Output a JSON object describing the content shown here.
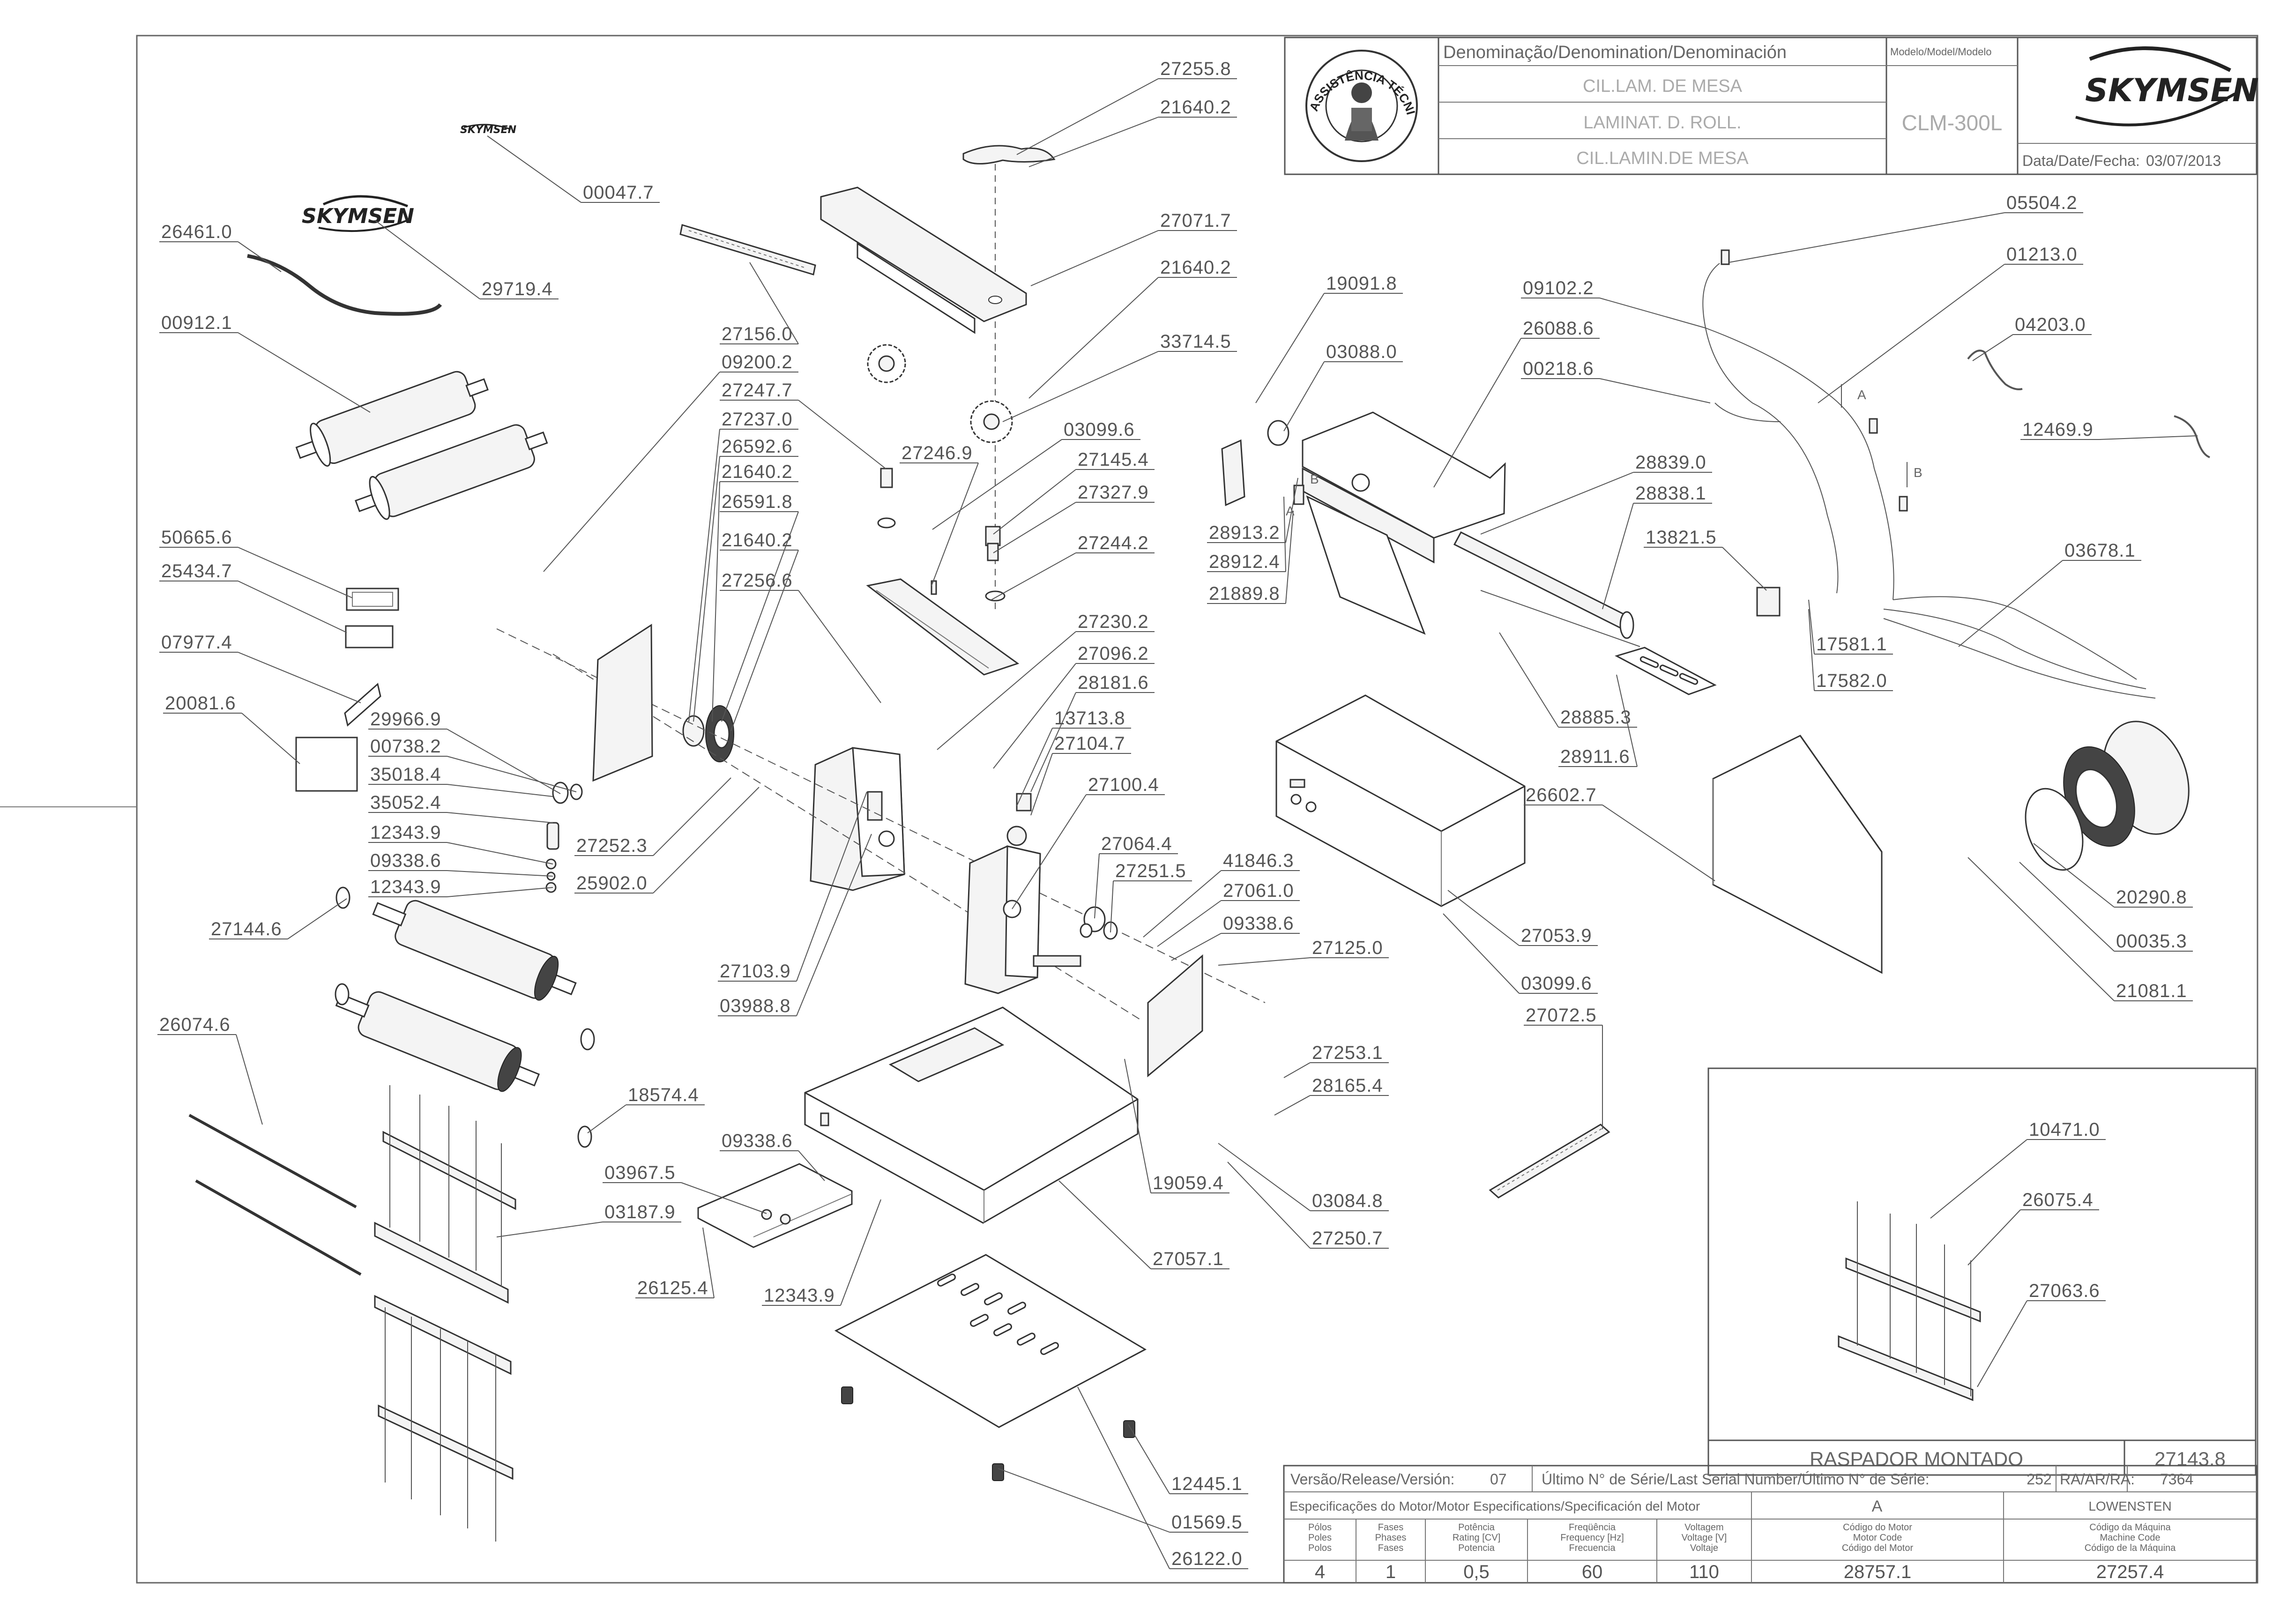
{
  "title_block": {
    "denomination_header": "Denominação/Denomination/Denominación",
    "model_header": "Modelo/Model/Modelo",
    "names": [
      "CIL.LAM. DE MESA",
      "LAMINAT. D. ROLL.",
      "CIL.LAMIN.DE MESA"
    ],
    "model": "CLM-300L",
    "date_label": "Data/Date/Fecha:",
    "date": "03/07/2013",
    "brand": "SKYMSEN",
    "seal_text": "ASSISTÊNCIA TÉCNICA AUTORIZADA"
  },
  "inset": {
    "title": "RASPADOR MONTADO",
    "code": "27143.8",
    "parts": [
      "10471.0",
      "26075.4",
      "27063.6"
    ]
  },
  "bottom_table": {
    "version_label": "Versão/Release/Versión:",
    "version": "07",
    "serial_label": "Último N° de Série/Last Serial Number/Último N° de Série:",
    "serial": "252",
    "ra_label": "RA/AR/RA:",
    "ra": "7364",
    "motor_spec_label": "Especificações do Motor/Motor Especifications/Specificación del Motor",
    "motor_variant": "A",
    "motor_brand": "LOWENSTEN",
    "columns": [
      {
        "label": "Pólos\nPoles\nPolos",
        "value": "4"
      },
      {
        "label": "Fases\nPhases\nFases",
        "value": "1"
      },
      {
        "label": "Potência\nRating [CV]\nPotencia",
        "value": "0,5"
      },
      {
        "label": "Freqüência\nFrequency [Hz]\nFrecuencia",
        "value": "60"
      },
      {
        "label": "Voltagem\nVoltage [V]\nVoltaje",
        "value": "110"
      },
      {
        "label": "Código do Motor\nMotor Code\nCódigo del Motor",
        "value": "28757.1"
      },
      {
        "label": "Código da Máquina\nMachine Code\nCódigo de la Máquina",
        "value": "27257.4"
      }
    ]
  },
  "part_numbers": [
    "27255.8",
    "21640.2",
    "00047.7",
    "27071.7",
    "21640.2",
    "29719.4",
    "26461.0",
    "27156.0",
    "33714.5",
    "00912.1",
    "09200.2",
    "27247.7",
    "27237.0",
    "26592.6",
    "21640.2",
    "26591.8",
    "21640.2",
    "27246.9",
    "03099.6",
    "27145.4",
    "27327.9",
    "27244.2",
    "27256.6",
    "50665.6",
    "25434.7",
    "07977.4",
    "20081.6",
    "27230.2",
    "27096.2",
    "28181.6",
    "13713.8",
    "27104.7",
    "29966.9",
    "00738.2",
    "35018.4",
    "35052.4",
    "12343.9",
    "09338.6",
    "12343.9",
    "27252.3",
    "25902.0",
    "27100.4",
    "27064.4",
    "27251.5",
    "41846.3",
    "27061.0",
    "09338.6",
    "27125.0",
    "27144.6",
    "27103.9",
    "03988.8",
    "26074.6",
    "18574.4",
    "27253.1",
    "28165.4",
    "09338.6",
    "03967.5",
    "03187.9",
    "19059.4",
    "03084.8",
    "27250.7",
    "26125.4",
    "12343.9",
    "27057.1",
    "12445.1",
    "01569.5",
    "26122.0",
    "19091.8",
    "03088.0",
    "26088.6",
    "09102.2",
    "05504.2",
    "01213.0",
    "00218.6",
    "04203.0",
    "12469.9",
    "28839.0",
    "28838.1",
    "28913.2",
    "28912.4",
    "21889.8",
    "13821.5",
    "03678.1",
    "17581.1",
    "17582.0",
    "28885.3",
    "28911.6",
    "26602.7",
    "27053.9",
    "03099.6",
    "20290.8",
    "00035.3",
    "21081.1",
    "27072.5"
  ],
  "marker_letters": [
    "A",
    "B",
    "A",
    "B"
  ]
}
